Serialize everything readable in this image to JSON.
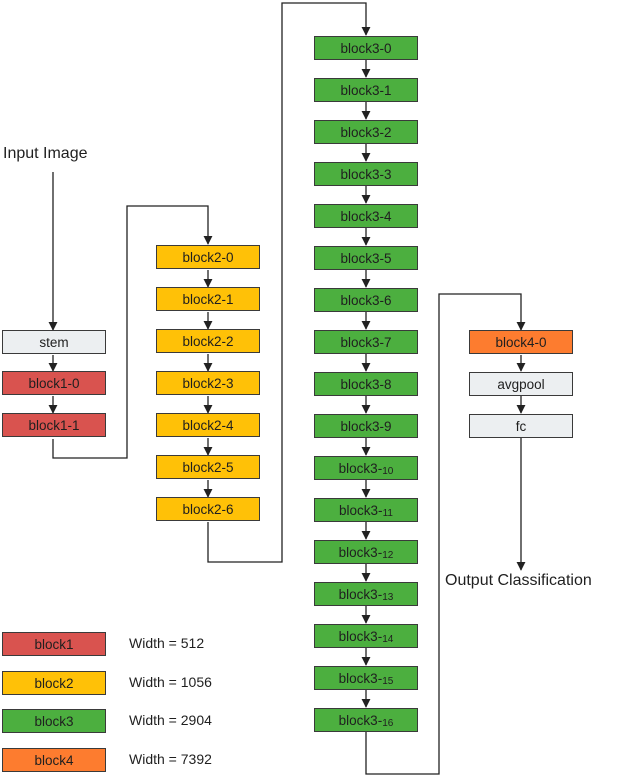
{
  "labels": {
    "input": "Input Image",
    "output": "Output Classification"
  },
  "stage1": {
    "stem": "stem",
    "b0": "block1-0",
    "b1": "block1-1"
  },
  "stage2": {
    "b0": "block2-0",
    "b1": "block2-1",
    "b2": "block2-2",
    "b3": "block2-3",
    "b4": "block2-4",
    "b5": "block2-5",
    "b6": "block2-6"
  },
  "stage3": {
    "prefix": "block3-",
    "b0": "0",
    "b1": "1",
    "b2": "2",
    "b3": "3",
    "b4": "4",
    "b5": "5",
    "b6": "6",
    "b7": "7",
    "b8": "8",
    "b9": "9",
    "b10": "10",
    "b11": "11",
    "b12": "12",
    "b13": "13",
    "b14": "14",
    "b15": "15",
    "b16": "16"
  },
  "stage4": {
    "b0": "block4-0",
    "avgpool": "avgpool",
    "fc": "fc"
  },
  "legend": [
    {
      "name": "block1",
      "width": "Width = 512",
      "color": "#d9534f"
    },
    {
      "name": "block2",
      "width": "Width = 1056",
      "color": "#ffc107"
    },
    {
      "name": "block3",
      "width": "Width = 2904",
      "color": "#4caf3f"
    },
    {
      "name": "block4",
      "width": "Width = 7392",
      "color": "#fd7c2f"
    }
  ],
  "colors": {
    "neutral": "#eceff1",
    "line": "#222222"
  }
}
